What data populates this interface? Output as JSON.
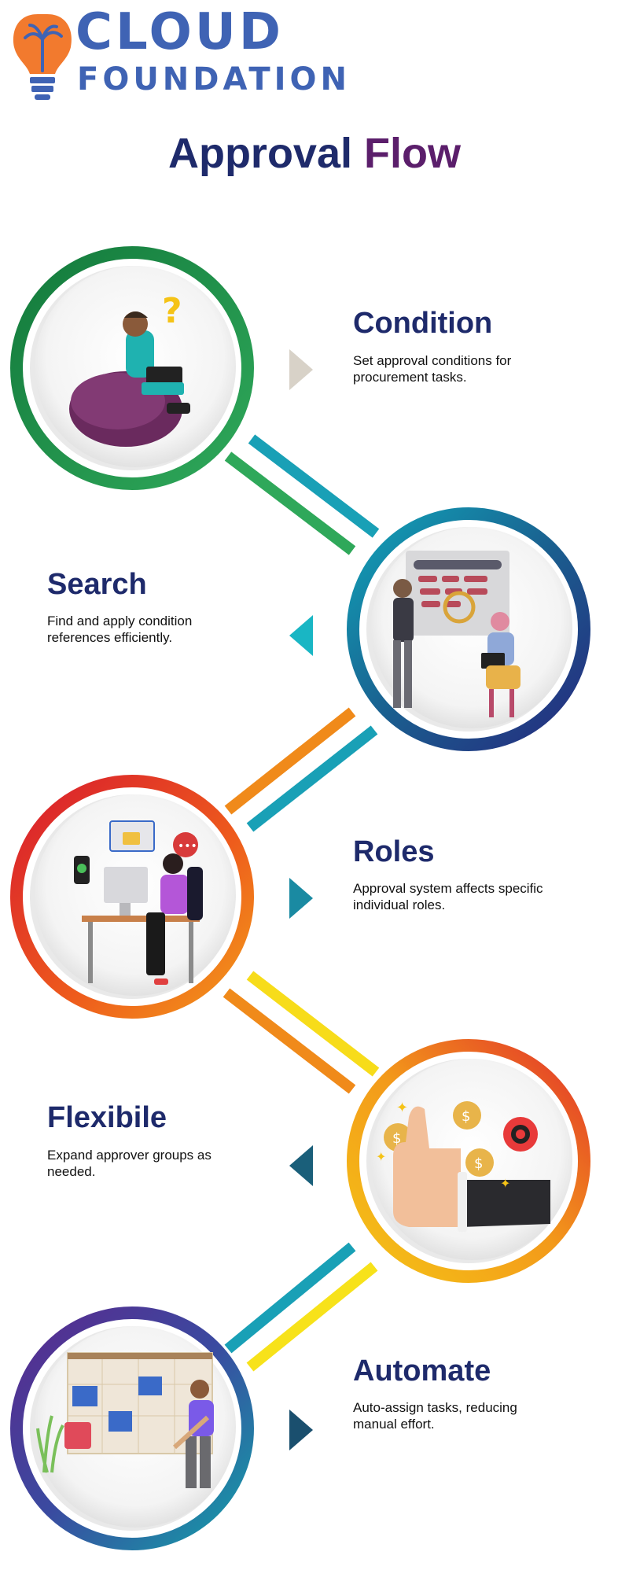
{
  "brand": {
    "line1": "CLOUD",
    "line2": "FOUNDATION",
    "color": "#3f63b4",
    "logo_icon": "lightbulb-palm-icon"
  },
  "title": {
    "part1": "Approval",
    "part2": "Flow",
    "color1": "#1e2a6b",
    "color2": "#5b1e6b"
  },
  "steps": [
    {
      "title": "Condition",
      "desc": "Set approval conditions for procurement tasks.",
      "illustration": "thinking-person-laptop-icon",
      "arrow_color": "#d8d2c8"
    },
    {
      "title": "Search",
      "desc": "Find and apply condition references efficiently.",
      "illustration": "people-keyword-search-icon",
      "arrow_color": "#19b6c4"
    },
    {
      "title": "Roles",
      "desc": "Approval system affects specific individual roles.",
      "illustration": "person-desk-computer-icon",
      "arrow_color": "#1a8aa2"
    },
    {
      "title": "Flexibile",
      "desc": "Expand approver groups as needed.",
      "illustration": "thumbs-up-coins-gear-icon",
      "arrow_color": "#1a5f7a"
    },
    {
      "title": "Automate",
      "desc": "Auto-assign tasks, reducing manual effort.",
      "illustration": "person-planner-board-icon",
      "arrow_color": "#1a4f6e"
    }
  ]
}
